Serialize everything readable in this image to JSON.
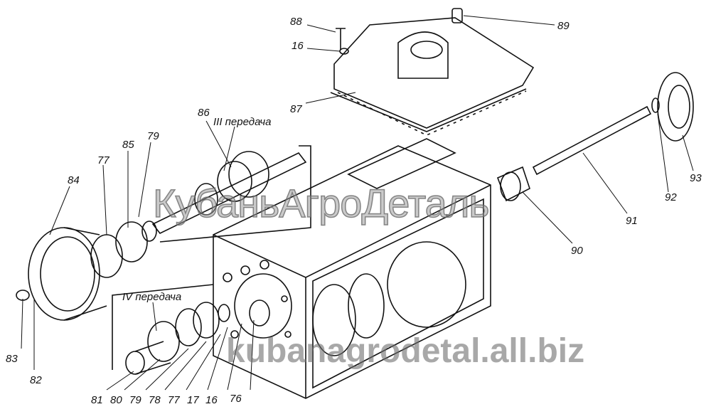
{
  "labels": {
    "p88": "88",
    "p89": "89",
    "p16a": "16",
    "p87": "87",
    "p86": "86",
    "p3": "III передача",
    "p85": "85",
    "p79a": "79",
    "p77a": "77",
    "p84": "84",
    "p83": "83",
    "p82": "82",
    "p4": "IV передача",
    "p81": "81",
    "p80": "80",
    "p79b": "79",
    "p78": "78",
    "p77b": "77",
    "p17": "17",
    "p16b": "16",
    "p76": "76",
    "p90": "90",
    "p91": "91",
    "p92": "92",
    "p93": "93"
  },
  "watermarks": {
    "top": "КубаньАгроДеталь",
    "bottom": "kubanagrodetal.all.biz"
  }
}
